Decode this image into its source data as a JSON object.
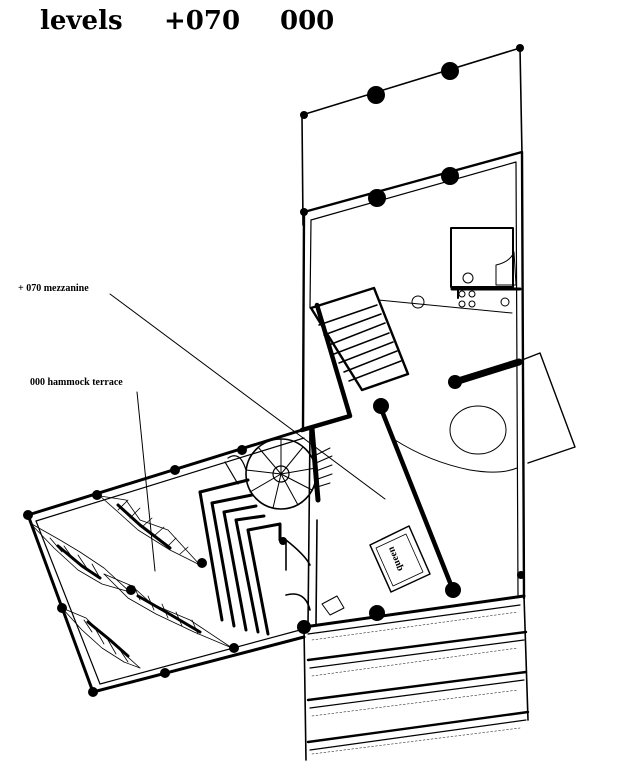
{
  "header": {
    "title": "levels",
    "level_upper": "+070",
    "level_lower": "000"
  },
  "annotations": {
    "mezzanine": "+ 070    mezzanine",
    "hammock_terrace": "000    hammock terrace"
  },
  "furniture": {
    "bed_label": "queen"
  },
  "colors": {
    "ink": "#000000",
    "paper": "#ffffff"
  }
}
